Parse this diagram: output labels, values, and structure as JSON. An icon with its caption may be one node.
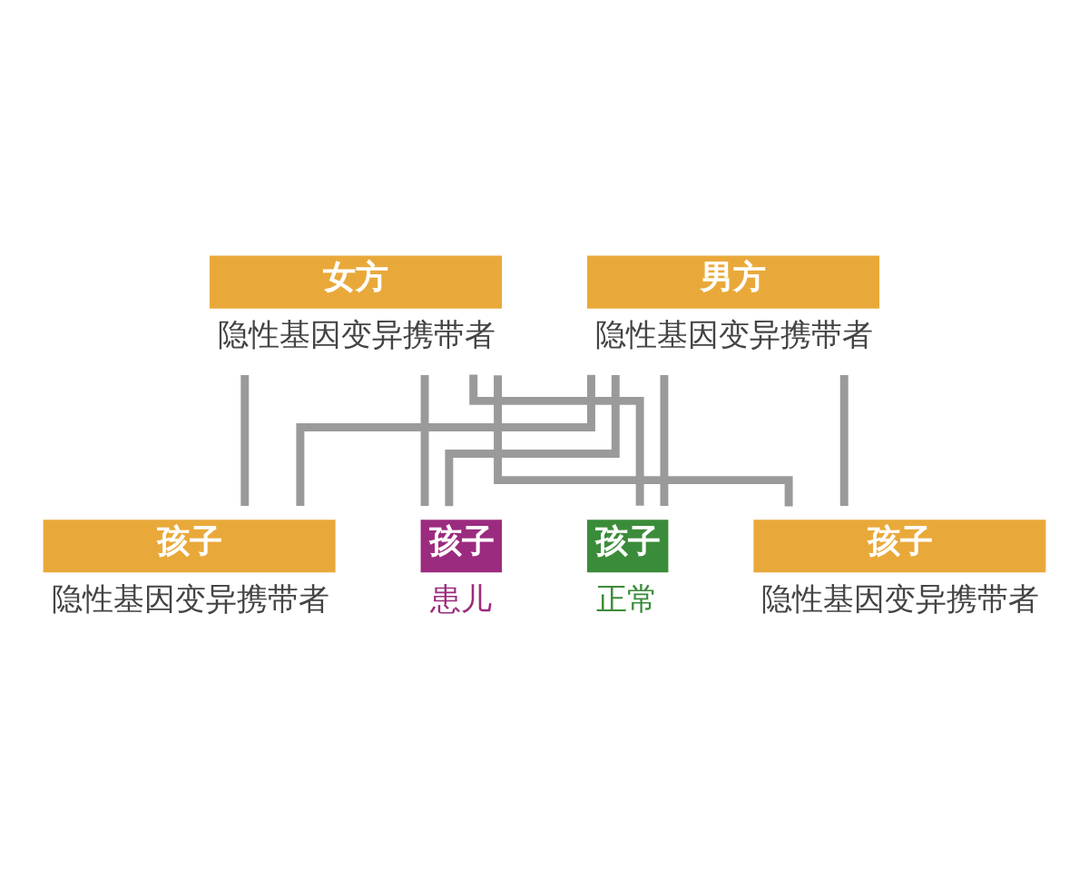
{
  "diagram": {
    "nodes": [
      {
        "text": [
          "女方",
          "隐性基因变异携带者"
        ]
      },
      {
        "text": [
          "男方",
          "隐性基因变异携带者"
        ]
      },
      {
        "text": [
          "孩子",
          "正常"
        ]
      },
      {
        "text": [
          "孩子",
          "隐性基因变异携带者"
        ]
      },
      {
        "text": [
          "孩子",
          "隐性基因变异携带者"
        ]
      },
      {
        "text": [
          "孩子",
          "患儿"
        ]
      }
    ],
    "edges": [
      {
        "from": 0,
        "to": 2,
        "arrow": "none"
      },
      {
        "from": 0,
        "to": 3,
        "arrow": "none"
      },
      {
        "from": 0,
        "to": 4,
        "arrow": "none"
      },
      {
        "from": 0,
        "to": 5,
        "arrow": "none"
      },
      {
        "from": 1,
        "to": 2,
        "arrow": "none"
      },
      {
        "from": 1,
        "to": 3,
        "arrow": "none"
      },
      {
        "from": 1,
        "to": 4,
        "arrow": "none"
      },
      {
        "from": 1,
        "to": 5,
        "arrow": "none"
      }
    ]
  }
}
